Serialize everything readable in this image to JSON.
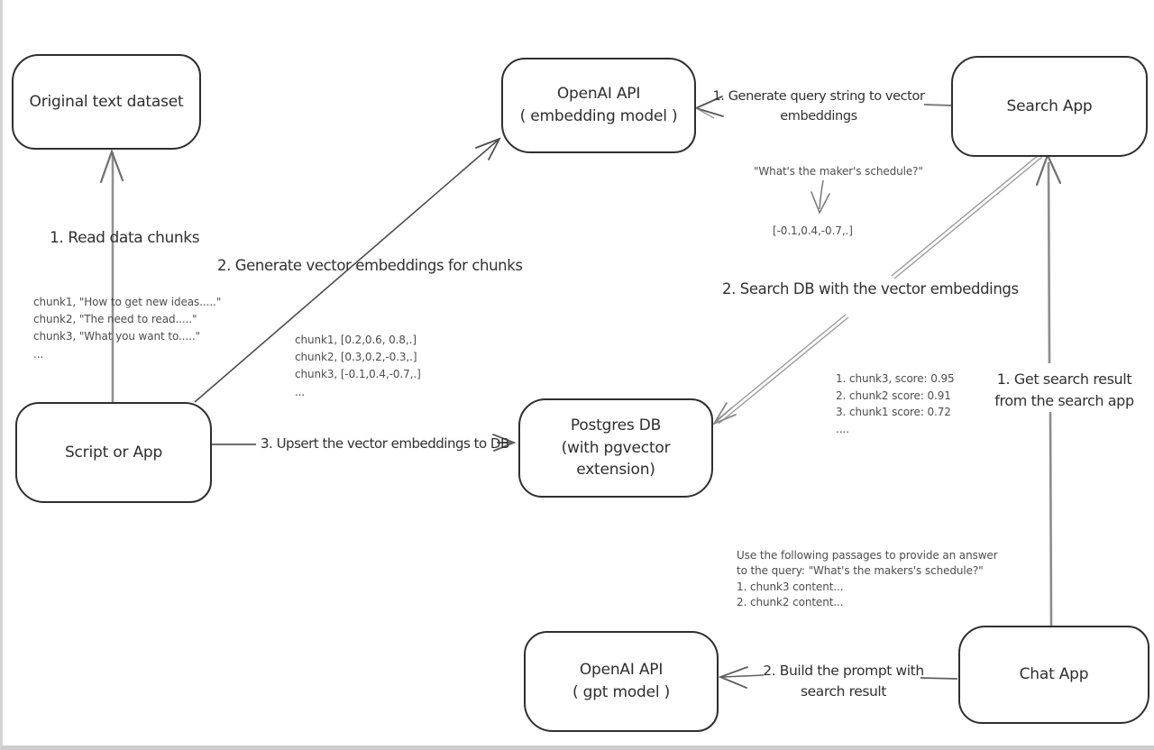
{
  "canvas": {
    "background": "#ffffff",
    "ink": "#2f2f2f",
    "arrow_gray": "#8f8f8f",
    "arrow_dark": "#4d4d4d"
  },
  "nodes": {
    "original_dataset": {
      "label": "Original text dataset"
    },
    "openai_embedding": {
      "title": "OpenAI API",
      "subtitle": "( embedding model )"
    },
    "search_app": {
      "label": "Search App"
    },
    "script_or_app": {
      "label": "Script or App"
    },
    "postgres_db": {
      "title": "Postgres DB",
      "subtitle": "(with pgvector extension)"
    },
    "openai_gpt": {
      "title": "OpenAI API",
      "subtitle": "( gpt model )"
    },
    "chat_app": {
      "label": "Chat App"
    }
  },
  "edge_labels": {
    "read_chunks": "1. Read data chunks",
    "generate_embeddings": "2. Generate vector embeddings for chunks",
    "upsert": "3. Upsert the vector embeddings to DB",
    "query_to_vector": "1. Generate query string to vector embeddings",
    "search_db": "2. Search DB with the vector embeddings",
    "get_result": "1. Get search result from the search app",
    "build_prompt": "2. Build the prompt with search result"
  },
  "annotations": {
    "chunk_list": [
      "chunk1, \"How to get new ideas.....\"",
      "chunk2, \"The need to read.....\"",
      "chunk3, \"What you want to.....\"",
      "..."
    ],
    "vector_list": [
      "chunk1, [0.2,0.6, 0.8,.]",
      "chunk2, [0.3,0.2,-0.3,.]",
      "chunk3, [-0.1,0.4,-0.7,.]",
      "..."
    ],
    "query_string": "\"What's the maker's schedule?\"",
    "query_vector": "[-0.1,0.4,-0.7,.]",
    "score_list": [
      "1. chunk3, score: 0.95",
      "2. chunk2 score: 0.91",
      "3. chunk1 score: 0.72",
      "...."
    ],
    "prompt_lines": [
      "Use the following passages to provide an answer",
      "to the query: \"What's the makers's schedule?\"",
      "1. chunk3 content...",
      "2. chunk2 content..."
    ]
  }
}
